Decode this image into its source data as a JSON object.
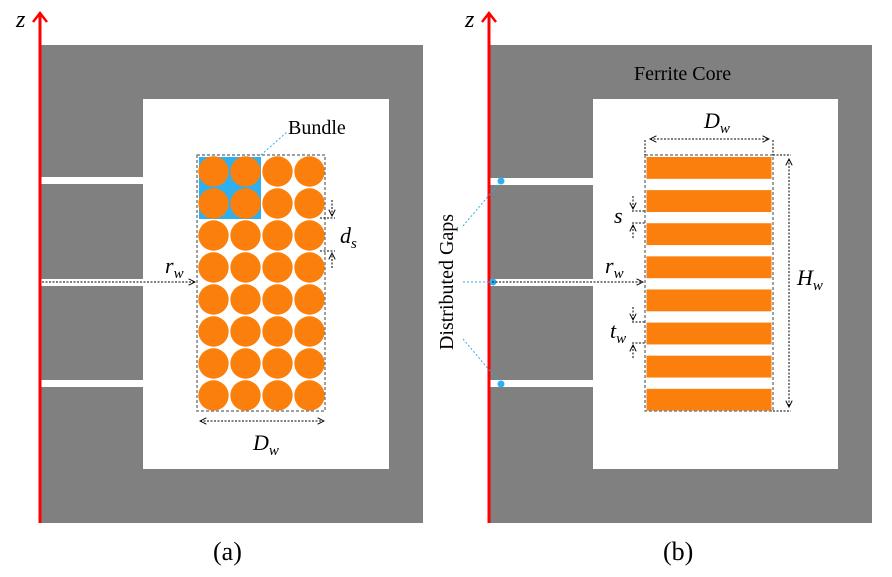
{
  "figure": {
    "colors": {
      "core": "#808080",
      "axis": "#ff0000",
      "conductor": "#fb7f0c",
      "bundle": "#2eb0ee",
      "callout": "#2eb0ee",
      "dimension": "#000000",
      "outline": "#808080"
    },
    "panels": [
      {
        "id": "a",
        "caption": "(a)",
        "axis_label": "z",
        "winding_type": "round-litz",
        "rows": 8,
        "cols": 4,
        "bundle_label": "Bundle",
        "bundle_rows": 2,
        "bundle_cols": 2,
        "labels": {
          "rw_main": "r",
          "rw_sub": "w",
          "dw_main": "D",
          "dw_sub": "w",
          "ds_main": "d",
          "ds_sub": "s"
        }
      },
      {
        "id": "b",
        "caption": "(b)",
        "axis_label": "z",
        "winding_type": "foil",
        "turns": 8,
        "core_label": "Ferrite Core",
        "gaps_label": "Distributed Gaps",
        "gap_count": 3,
        "labels": {
          "dw_main": "D",
          "dw_sub": "w",
          "s": "s",
          "rw_main": "r",
          "rw_sub": "w",
          "tw_main": "t",
          "tw_sub": "w",
          "hw_main": "H",
          "hw_sub": "w"
        }
      }
    ]
  }
}
